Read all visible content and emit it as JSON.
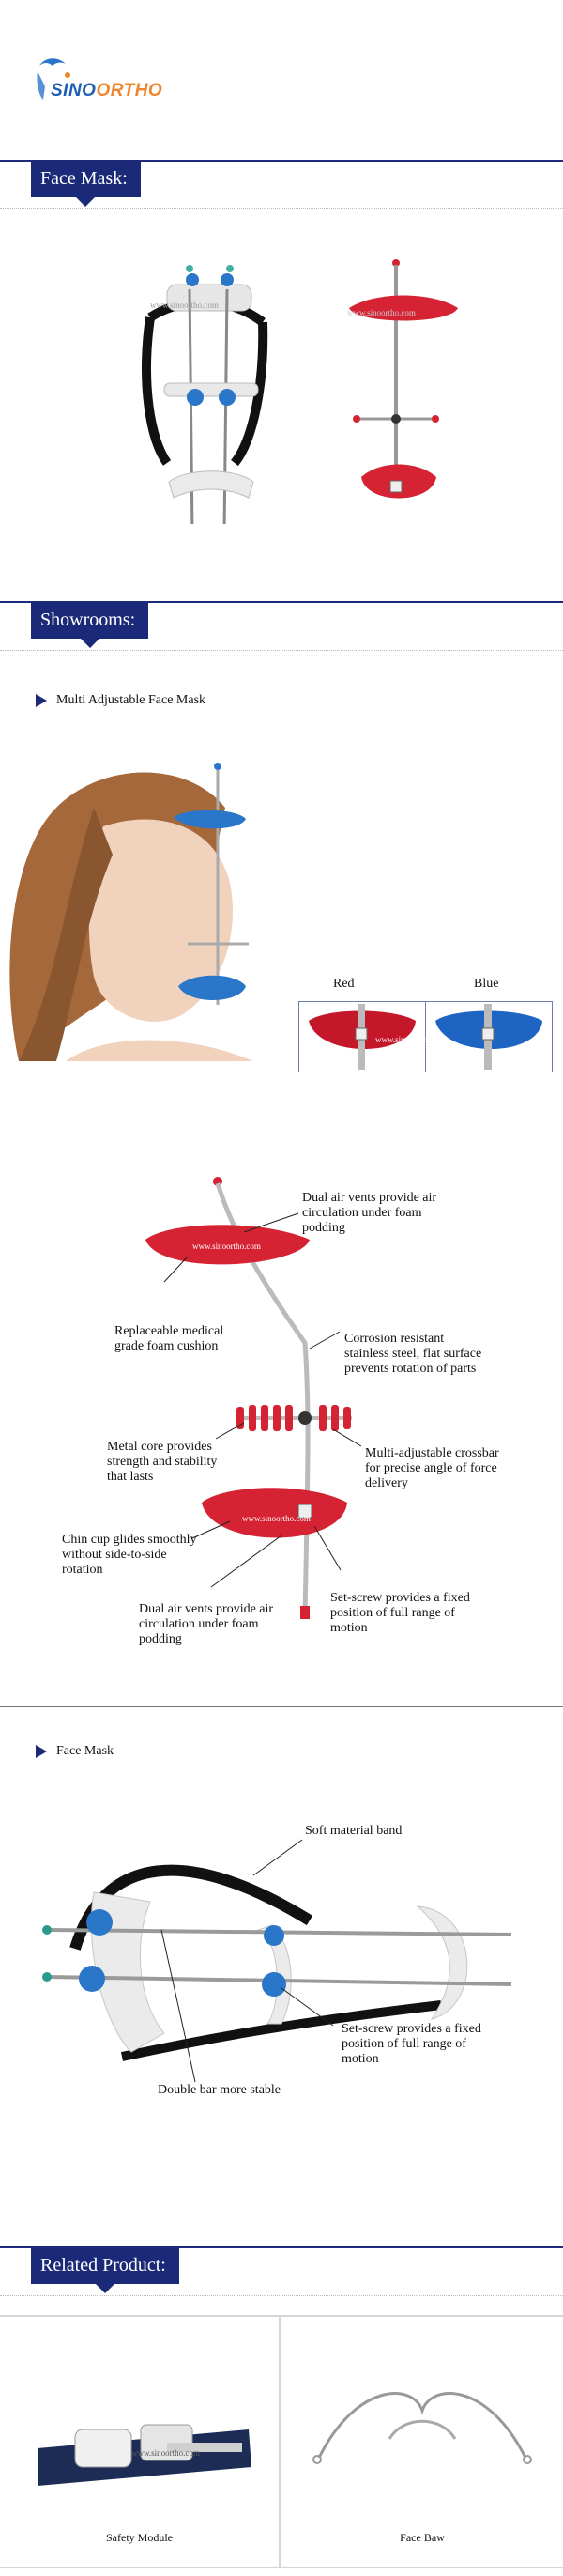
{
  "brand": {
    "name_part1": "SINO",
    "name_part2": "ORTHO"
  },
  "sections": {
    "face_mask": "Face Mask:",
    "showrooms": "Showrooms:",
    "related": "Related Product:"
  },
  "watermark": "www.sinoortho.com",
  "showroom": {
    "subtitle1": "Multi Adjustable Face Mask",
    "color_red": "Red",
    "color_blue": "Blue",
    "subtitle2": "Face Mask"
  },
  "callouts": {
    "vents_top": "Dual air vents provide air circulation under foam podding",
    "foam": "Replaceable medical grade foam cushion",
    "corrosion": "Corrosion resistant stainless steel, flat surface prevents rotation of parts",
    "metal_core": "Metal core provides strength and stability that lasts",
    "crossbar": "Multi-adjustable crossbar for precise angle of force delivery",
    "chin_cup": "Chin cup glides smoothly without side-to-side rotation",
    "setscrew": "Set-screw provides a fixed position of full range of motion",
    "vents_bottom": "Dual air vents provide air circulation under foam podding"
  },
  "callouts2": {
    "band": "Soft material band",
    "setscrew": "Set-screw provides a fixed position of full range of motion",
    "double_bar": "Double bar more stable"
  },
  "related": {
    "items": [
      {
        "label": "Safety Module"
      },
      {
        "label": "Face Baw"
      }
    ]
  },
  "colors": {
    "navy": "#1b2a78",
    "red": "#d62333",
    "blue": "#2a76c9",
    "orange": "#f0862c"
  }
}
